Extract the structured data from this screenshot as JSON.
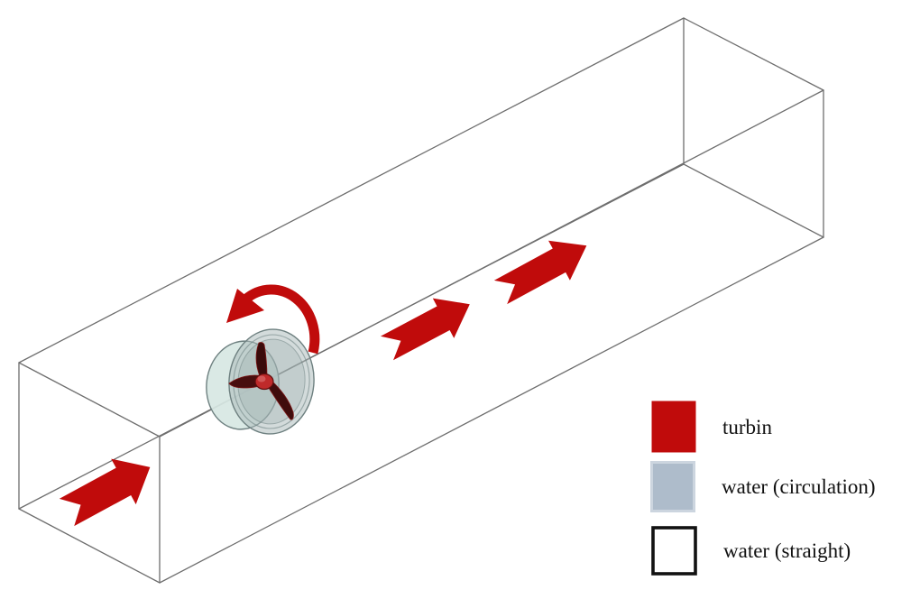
{
  "legend": {
    "items": [
      {
        "label": "turbin",
        "swatch_fill": "#c00b0b",
        "swatch_border": "#c00b0b"
      },
      {
        "label": "water (circulation)",
        "swatch_fill": "#aebccb",
        "swatch_border": "#ccd5df"
      },
      {
        "label": "water (straight)",
        "swatch_fill": "#ffffff",
        "swatch_border": "#121212"
      }
    ]
  },
  "colors": {
    "flow_arrow": "#c00b0b",
    "rotation_arrow": "#c00b0b",
    "box_line": "#6e6e6e",
    "turbine_disc": "#d7e7e3",
    "turbine_rim": "#6e8080",
    "rotor_blade": "#3c0b0b",
    "rotor_hub": "#bf2a2a",
    "text": "#111111",
    "background": "#ffffff"
  }
}
